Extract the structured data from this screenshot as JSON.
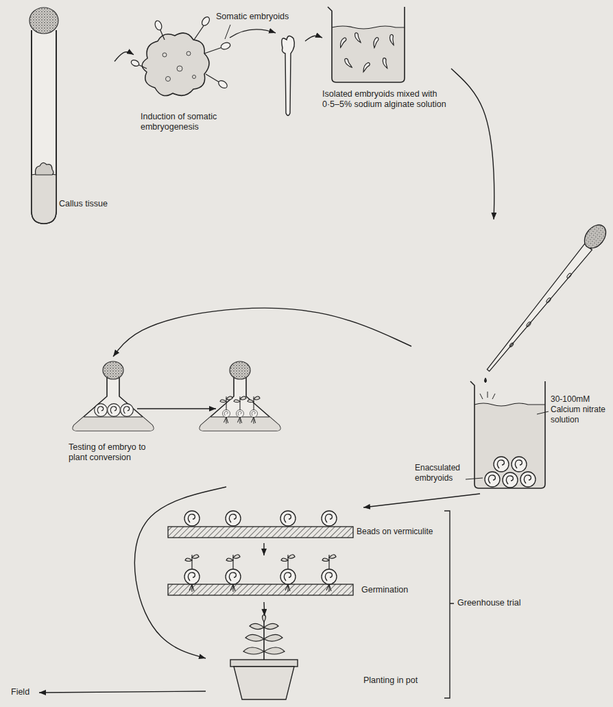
{
  "diagram": {
    "nodes": [
      {
        "text": [
          "Callus tissue"
        ]
      },
      {
        "text": [
          "Somatic embryoids",
          "Induction of somatic embryogenesis"
        ]
      },
      {
        "text": [
          "Isolated embryoids mixed with 0·5–5% sodium alginate solution"
        ]
      },
      {
        "text": [
          "30-100mM Calcium nitrate solution",
          "Enacsulated embryoids"
        ]
      },
      {
        "text": [
          "Testing of embryo to plant conversion"
        ]
      },
      {
        "text": [
          "Beads on vermiculite"
        ]
      },
      {
        "text": [
          "Germination"
        ]
      },
      {
        "text": [
          "Planting in pot"
        ]
      },
      {
        "text": [
          "Field"
        ]
      }
    ],
    "edges": [
      {
        "from": 0,
        "to": 1,
        "arrow": "to"
      },
      {
        "from": 1,
        "to": 2,
        "arrow": "to"
      },
      {
        "from": 2,
        "to": 3,
        "arrow": "to"
      },
      {
        "from": 3,
        "to": 4,
        "arrow": "to"
      },
      {
        "from": 3,
        "to": 5,
        "arrow": "to"
      },
      {
        "from": 5,
        "to": 6,
        "arrow": "to"
      },
      {
        "from": 6,
        "to": 7,
        "arrow": "to"
      },
      {
        "from": 4,
        "to": 7,
        "arrow": "to"
      },
      {
        "from": 7,
        "to": 8,
        "arrow": "to"
      }
    ],
    "labels": [
      "Greenhouse trial"
    ]
  }
}
